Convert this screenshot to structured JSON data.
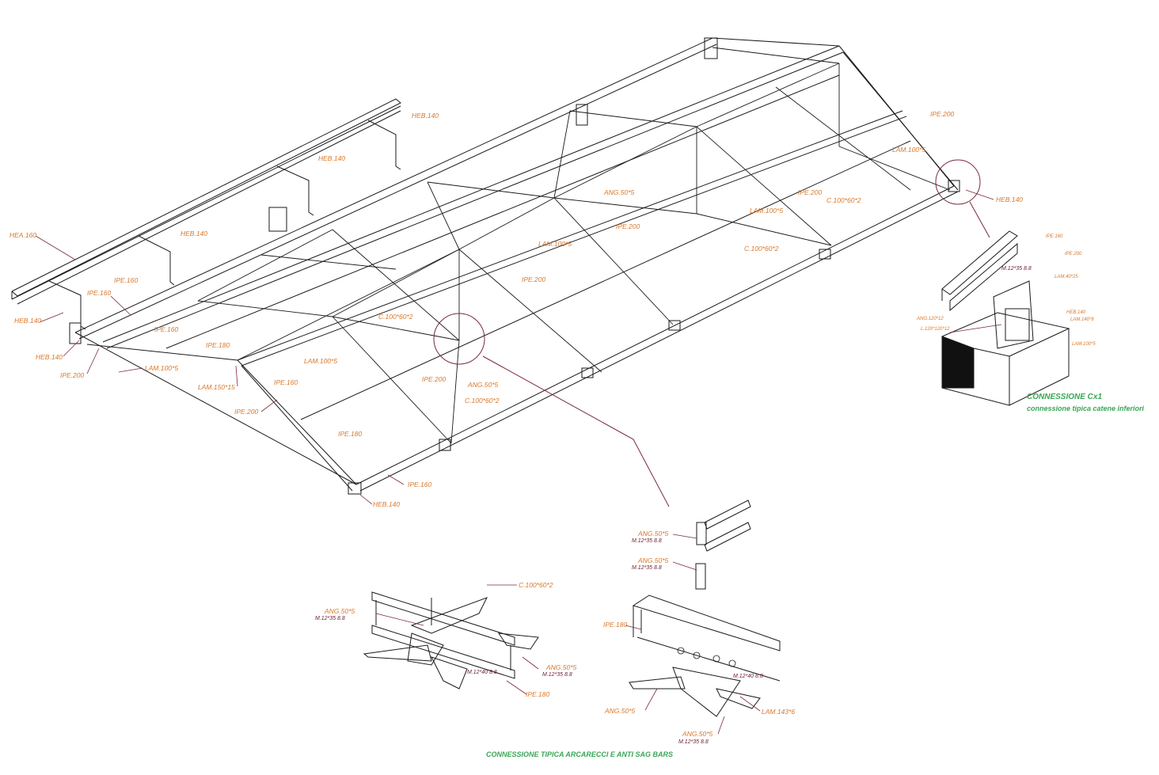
{
  "labels": {
    "heb140_a": "HEB.140",
    "heb140_b": "HEB.140",
    "heb140_c": "HEB.140",
    "hea160": "HEA.160",
    "heb140_d": "HEB.140",
    "ipe160_a": "IPE.160",
    "ipe160_b": "IPE.160",
    "ipe160_c": "IPE.160",
    "heb140_e": "HEB.140",
    "ipe200_a": "IPE.200",
    "ipe180_a": "IPE.180",
    "lam100x5_a": "LAM.100*5",
    "lam150x15": "LAM.150*15",
    "ipe160_d": "IPE.160",
    "ipe200_b": "IPE.200",
    "lam100x5_b": "LAM.100*5",
    "c100_a": "C.100*60*2",
    "lam100x5_c": "LAM.100*5",
    "ipe200_c": "IPE.200",
    "ipe200_d": "IPE.200",
    "ang50_a": "ANG.50*5",
    "ipe200_e": "IPE.200",
    "ang50_b": "ANG.50*5",
    "c100_b": "C.100*60*2",
    "ipe180_b": "IPE.180",
    "ipe160_e": "IPE.160",
    "heb140_f": "HEB.140",
    "lam100x5_d": "LAM.100*5",
    "ipe200_f": "IPE.200",
    "c100_c": "C.100*60*2",
    "c100_d": "C.100*60*2",
    "ipe200_g": "IPE.200",
    "lam100x5_e": "LAM.100*5",
    "heb140_g": "HEB.140"
  },
  "detail_cx1": {
    "labels": [
      "IPE.160",
      "M.12*35 8.8",
      "IPE.200",
      "LAM.40*25",
      "ANG.120*12",
      "HEB.140",
      "LAM.140*8",
      "L.120*120*12",
      "LAM.100*5"
    ],
    "title": "CONNESSIONE Cx1",
    "subtitle": "connessione tipica catene inferiori"
  },
  "detail_bottom": {
    "c100": "C.100*60*2",
    "ang_left": "ANG.50*5",
    "bolt_left": "M.12*35  8.8",
    "bolt_mid": "M.12*40  8.8",
    "ang_right": "ANG.50*5",
    "bolt_right": "M.12*35  8.8",
    "ipe180_left": "IPE.180",
    "ang_top1": "ANG.50*5",
    "bolt_top1": "M.12*35  8.8",
    "ang_top2": "ANG.50*5",
    "bolt_top2": "M.12*35  8.8",
    "ipe180_right": "IPE.180",
    "bolt_right2": "M.12*40  8.8",
    "ang_r1": "ANG.50*5",
    "lam143": "LAM.143*6",
    "ang_r2": "ANG.50*5",
    "bolt_r2": "M.12*35  8.8",
    "caption": "CONNESSIONE TIPICA ARCARECCI E ANTI SAG BARS"
  },
  "colors": {
    "linework": "#1a1a1a",
    "label": "#d9782a",
    "bolt_label": "#6a1a2e",
    "leader": "#7a2a3a",
    "caption": "#3aa655"
  }
}
